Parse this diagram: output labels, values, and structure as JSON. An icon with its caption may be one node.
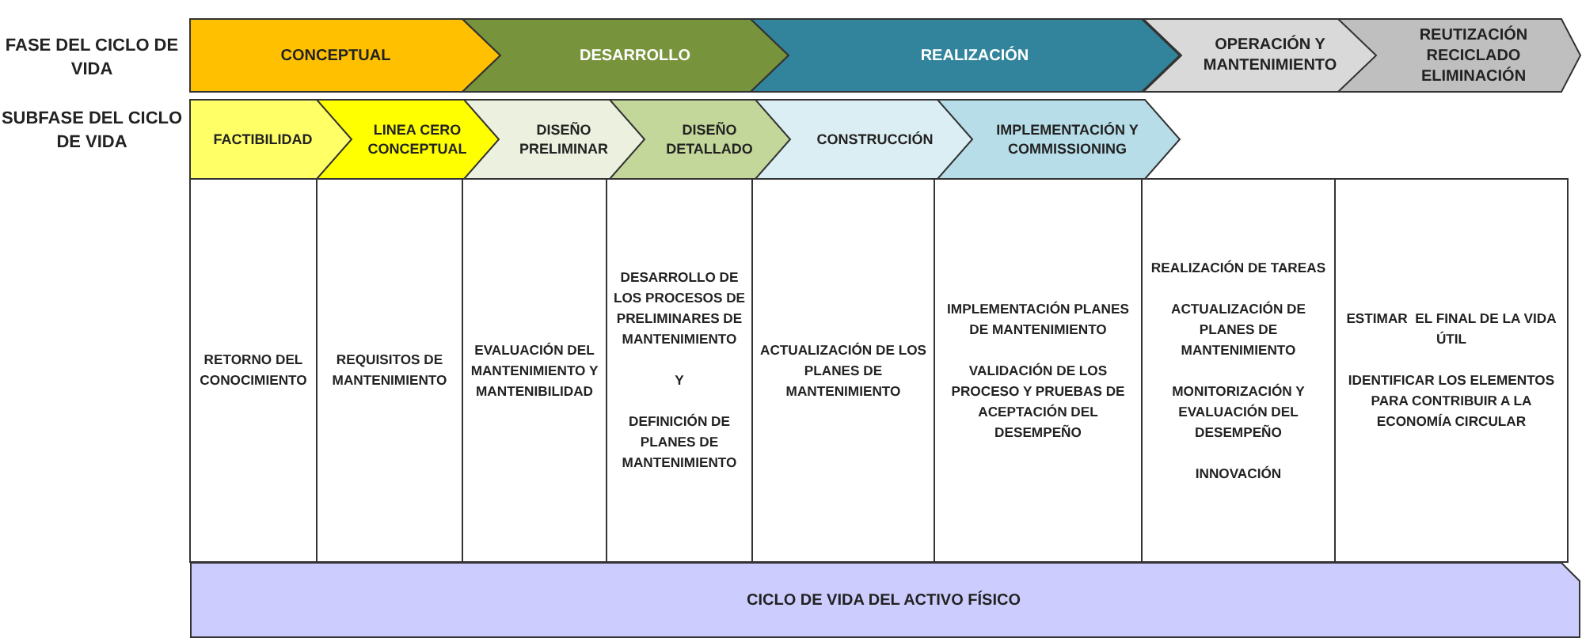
{
  "diagram": {
    "nodes": [
      {
        "text": [
          "CONCEPTUAL"
        ]
      },
      {
        "text": [
          "DESARROLLO"
        ]
      },
      {
        "text": [
          "REALIZACIÓN"
        ]
      },
      {
        "text": [
          "OPERACIÓN Y MANTENIMIENTO"
        ]
      },
      {
        "text": [
          "REUTIZACIÓN RECICLADO ELIMINACIÓN"
        ]
      },
      {
        "text": [
          "FACTIBILIDAD"
        ]
      },
      {
        "text": [
          "LINEA CERO CONCEPTUAL"
        ]
      },
      {
        "text": [
          "DISEÑO PRELIMINAR"
        ]
      },
      {
        "text": [
          "DISEÑO DETALLADO"
        ]
      },
      {
        "text": [
          "CONSTRUCCIÓN"
        ]
      },
      {
        "text": [
          "IMPLEMENTACIÓN Y COMMISSIONING"
        ]
      },
      {
        "text": [
          "RETORNO DEL CONOCIMIENTO"
        ]
      },
      {
        "text": [
          "REQUISITOS DE MANTENIMIENTO"
        ]
      },
      {
        "text": [
          "EVALUACIÓN DEL MANTENIMIENTO Y MANTENIBILIDAD"
        ]
      },
      {
        "text": [
          "DESARROLLO DE LOS PROCESOS DE PRELIMINARES DE MANTENIMIENTO",
          "Y",
          "DEFINICIÓN DE PLANES DE MANTENIMIENTO"
        ]
      },
      {
        "text": [
          "ACTUALIZACIÓN DE LOS PLANES DE MANTENIMIENTO"
        ]
      },
      {
        "text": [
          "IMPLEMENTACIÓN PLANES DE MANTENIMIENTO",
          "VALIDACIÓN DE LOS PROCESO Y PRUEBAS DE ACEPTACIÓN DEL DESEMPEÑO"
        ]
      },
      {
        "text": [
          "REALIZACIÓN DE TAREAS",
          "ACTUALIZACIÓN DE PLANES DE MANTENIMIENTO",
          "MONITORIZACIÓN Y EVALUACIÓN DEL DESEMPEÑO",
          "INNOVACIÓN"
        ]
      },
      {
        "text": [
          "ESTIMAR  EL FINAL DE LA VIDA ÚTIL",
          "IDENTIFICAR LOS ELEMENTOS PARA CONTRIBUIR A LA ECONOMÍA CIRCULAR"
        ]
      },
      {
        "text": [
          "CICLO DE VIDA DEL ACTIVO FÍSICO"
        ]
      }
    ],
    "labels": [
      "FASE DEL CICLO DE VIDA",
      "SUBFASE DEL CICLO DE VIDA"
    ]
  }
}
